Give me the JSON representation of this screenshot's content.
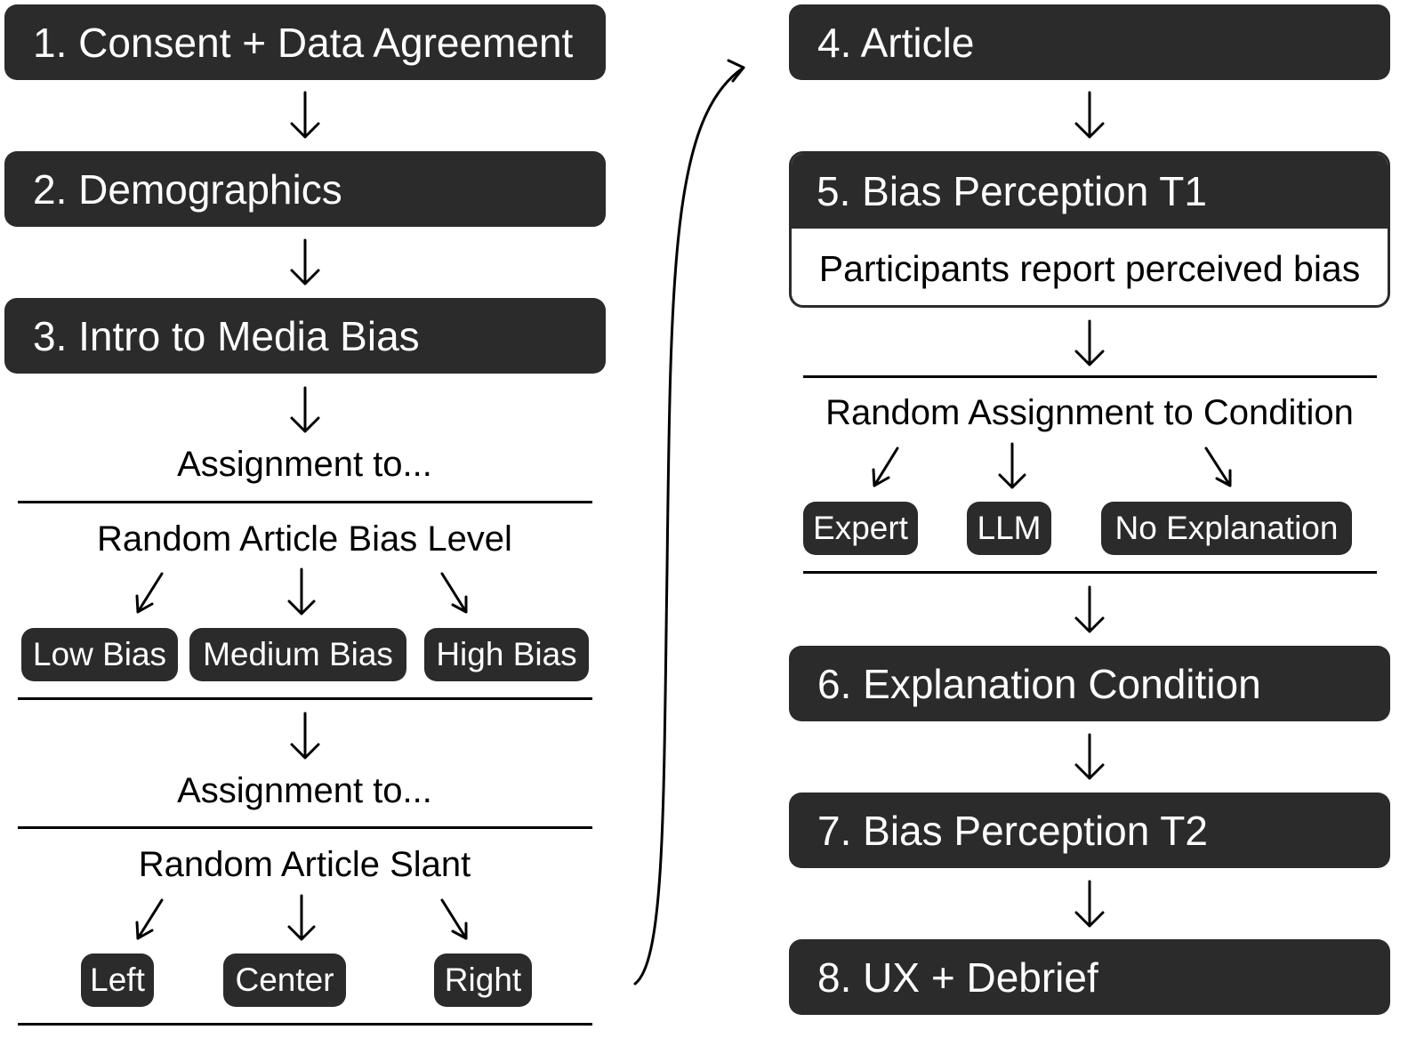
{
  "steps": {
    "s1": "1. Consent + Data Agreement",
    "s2": "2. Demographics",
    "s3": "3. Intro to Media Bias",
    "s4": "4. Article",
    "s5": "5. Bias Perception T1",
    "s5_desc": "Participants report perceived bias",
    "s6": "6. Explanation Condition",
    "s7": "7. Bias Perception T2",
    "s8": "8. UX + Debrief"
  },
  "bias_level": {
    "intro": "Assignment to...",
    "title": "Random Article Bias Level",
    "options": [
      "Low Bias",
      "Medium Bias",
      "High Bias"
    ]
  },
  "slant": {
    "intro": "Assignment to...",
    "title": "Random Article Slant",
    "options": [
      "Left",
      "Center",
      "Right"
    ]
  },
  "condition": {
    "title": "Random Assignment to Condition",
    "options": [
      "Expert",
      "LLM",
      "No Explanation"
    ]
  }
}
